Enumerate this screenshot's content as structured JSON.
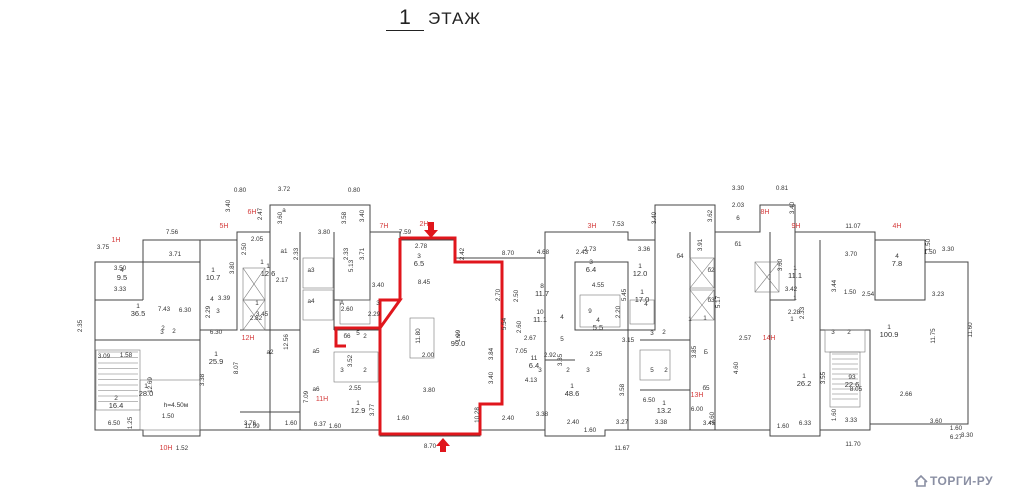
{
  "title": {
    "floor_number": "1",
    "floor_word": "ЭТАЖ"
  },
  "watermark": {
    "text": "ТОРГИ-РУ",
    "logo_icon": "house-roof-icon"
  },
  "colors": {
    "wall": "#444444",
    "highlight": "#e0161c",
    "unit_label": "#d43a3a",
    "dimension": "#333333"
  },
  "unit_labels": [
    {
      "id": "1h",
      "text": "1Н"
    },
    {
      "id": "5h",
      "text": "5Н"
    },
    {
      "id": "6h",
      "text": "6Н"
    },
    {
      "id": "7h",
      "text": "7Н"
    },
    {
      "id": "2h",
      "text": "2Н"
    },
    {
      "id": "3h",
      "text": "3Н"
    },
    {
      "id": "8h",
      "text": "8Н"
    },
    {
      "id": "9h",
      "text": "9Н"
    },
    {
      "id": "4h",
      "text": "4Н"
    },
    {
      "id": "12h",
      "text": "12Н"
    },
    {
      "id": "11h",
      "text": "11Н"
    },
    {
      "id": "10h",
      "text": "10Н"
    },
    {
      "id": "14h",
      "text": "14Н"
    },
    {
      "id": "13h",
      "text": "13Н"
    }
  ],
  "dimensions": [
    "0.80",
    "3.72",
    "0.80",
    "3.30",
    "0.81",
    "3.40",
    "3.60",
    "3.58",
    "3.40",
    "3.40",
    "3.62",
    "3.40",
    "7.56",
    "2.47",
    "3.80",
    "7.59",
    "2.78",
    "8.70",
    "7.53",
    "2.03",
    "11.07",
    "3.75",
    "2.50",
    "2.05",
    "2.33",
    "2.33",
    "2.42",
    "4.68",
    "3.36",
    "1.50",
    "3.30",
    "1.50",
    "3.50",
    "3.71",
    "3.80",
    "2.17",
    "3.40",
    "8.45",
    "2.70",
    "2.50",
    "4.55",
    "2.20",
    "3.60",
    "3.70",
    "3.33",
    "3.39",
    "5.13",
    "3.71",
    "2.43",
    "2.73",
    "3.91",
    "5.45",
    "5.17",
    "3.42",
    "6.30",
    "2.29",
    "7.43",
    "2.29",
    "2.60",
    "2.82",
    "2.00",
    "1.99",
    "5.54",
    "2.28",
    "2.33",
    "3.44",
    "2.35",
    "6.30",
    "12.56",
    "3.45",
    "11.80",
    "2.60",
    "2.67",
    "2.92",
    "1.50",
    "2.54",
    "3.23",
    "3.09",
    "1.58",
    "3.38",
    "8.07",
    "3.52",
    "3.84",
    "7.05",
    "3.35",
    "2.25",
    "3.15",
    "2.57",
    "4.60",
    "11.75",
    "11.60",
    "12.69",
    "7.09",
    "2.55",
    "3.40",
    "4.13",
    "3.58",
    "6.50",
    "3.85",
    "3.55",
    "8.05",
    "1.25",
    "1.50",
    "3.77",
    "3.80",
    "10.28",
    "2.40",
    "6.00",
    "2.60",
    "2.66",
    "6.50",
    "3.76",
    "1.60",
    "6.37",
    "1.60",
    "3.38",
    "2.40",
    "3.27",
    "3.38",
    "3.45",
    "6.33",
    "3.33",
    "3.60",
    "1.52",
    "8.70",
    "11.67",
    "11.70",
    "11.99",
    "1.60",
    "1.60",
    "1.60",
    "1.60",
    "1.60",
    "6.27",
    "3.30",
    "3.30"
  ],
  "rooms": [
    {
      "id": "r_9.5",
      "num": "4",
      "area": "9.5"
    },
    {
      "id": "r_10.7",
      "num": "1",
      "area": "10.7"
    },
    {
      "id": "r_12.6",
      "num": "1",
      "area": "12.6"
    },
    {
      "id": "r_6.5",
      "num": "3",
      "area": "6.5"
    },
    {
      "id": "r_6.4",
      "num": "3",
      "area": "6.4"
    },
    {
      "id": "r_12.0",
      "num": "1",
      "area": "12.0"
    },
    {
      "id": "r_11.1",
      "num": "1",
      "area": "11.1"
    },
    {
      "id": "r_7.8",
      "num": "4",
      "area": "7.8"
    },
    {
      "id": "r_36.5",
      "num": "1",
      "area": "36.5"
    },
    {
      "id": "r_25.9",
      "num": "1",
      "area": "25.9"
    },
    {
      "id": "r_99.0",
      "num": "2",
      "area": "99.0"
    },
    {
      "id": "r_11.7",
      "num": "8",
      "area": "11.7"
    },
    {
      "id": "r_11.1b",
      "num": "10",
      "area": "11.1"
    },
    {
      "id": "r_6.4b",
      "num": "11",
      "area": "6.4"
    },
    {
      "id": "r_5.5",
      "num": "4",
      "area": "5.5"
    },
    {
      "id": "r_17.0",
      "num": "1",
      "area": "17.0"
    },
    {
      "id": "r_100.9",
      "num": "1",
      "area": "100.9"
    },
    {
      "id": "r_28.0",
      "num": "1",
      "area": "28.0"
    },
    {
      "id": "r_16.4",
      "num": "2",
      "area": "16.4"
    },
    {
      "id": "r_12.9",
      "num": "1",
      "area": "12.9"
    },
    {
      "id": "r_48.6",
      "num": "1",
      "area": "48.6"
    },
    {
      "id": "r_13.2",
      "num": "1",
      "area": "13.2"
    },
    {
      "id": "r_26.2",
      "num": "1",
      "area": "26.2"
    },
    {
      "id": "r_22.6",
      "num": "93",
      "area": "22.6"
    }
  ],
  "small_labels": [
    "а",
    "а1",
    "а3",
    "а4",
    "а2",
    "а5",
    "а6",
    "А",
    "6",
    "б1",
    "б2",
    "б3",
    "б4",
    "Б",
    "б5",
    "б6",
    "2",
    "3",
    "2",
    "3",
    "5",
    "4",
    "3",
    "2",
    "4",
    "5",
    "9",
    "2",
    "3",
    "4",
    "5",
    "2",
    "3",
    "2",
    "3",
    "2",
    "3",
    "2",
    "3",
    "1",
    "1",
    "1",
    "1",
    "1",
    "1"
  ],
  "height_note": "h=4.50м"
}
